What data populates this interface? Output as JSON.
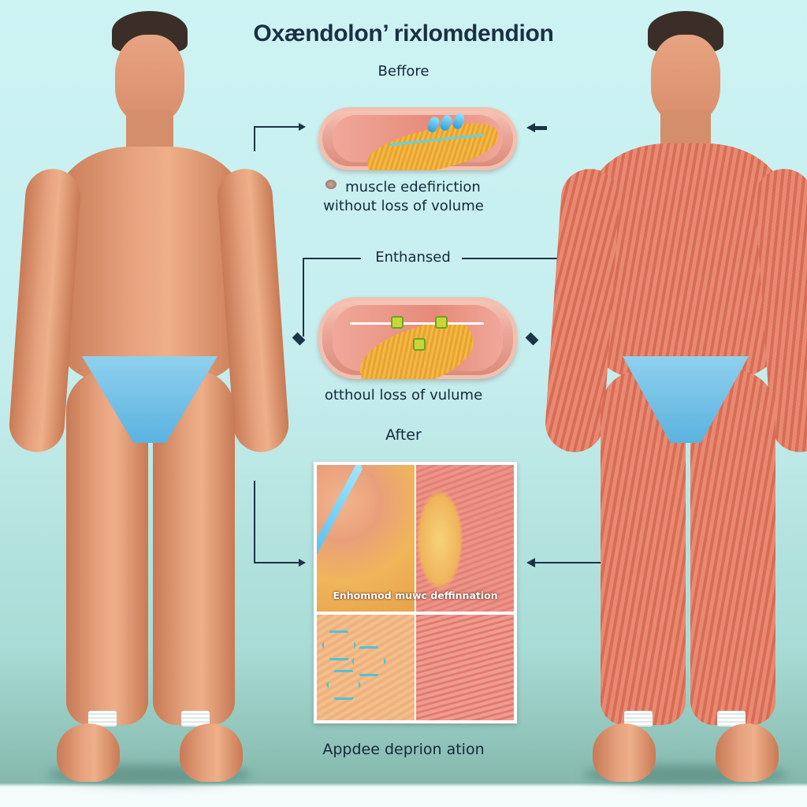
{
  "title": "Oxændolon’ rixlomdendion",
  "sections": {
    "before": {
      "label": "Beffore",
      "caption_line1": "muscle edefiriction",
      "caption_line2": "without loss of volume"
    },
    "middle": {
      "label": "Enthansed",
      "caption": "otthoul loss of vulume"
    },
    "after": {
      "label": "After",
      "panel_caption": "Enhomnod muwc deffinnation",
      "caption": "Appdee deprion ation"
    }
  },
  "figures": {
    "left": {
      "description": "figure-natural-skin"
    },
    "right": {
      "description": "figure-muscle-anatomy"
    }
  },
  "colors": {
    "background_top": "#cdf3f3",
    "background_floor": "#86b9ad",
    "text_dark": "#1a2f44",
    "capsule": "#eaa596",
    "muscle": "#d86c55",
    "skin": "#e6a27e",
    "brief": "#5bb3e0"
  }
}
